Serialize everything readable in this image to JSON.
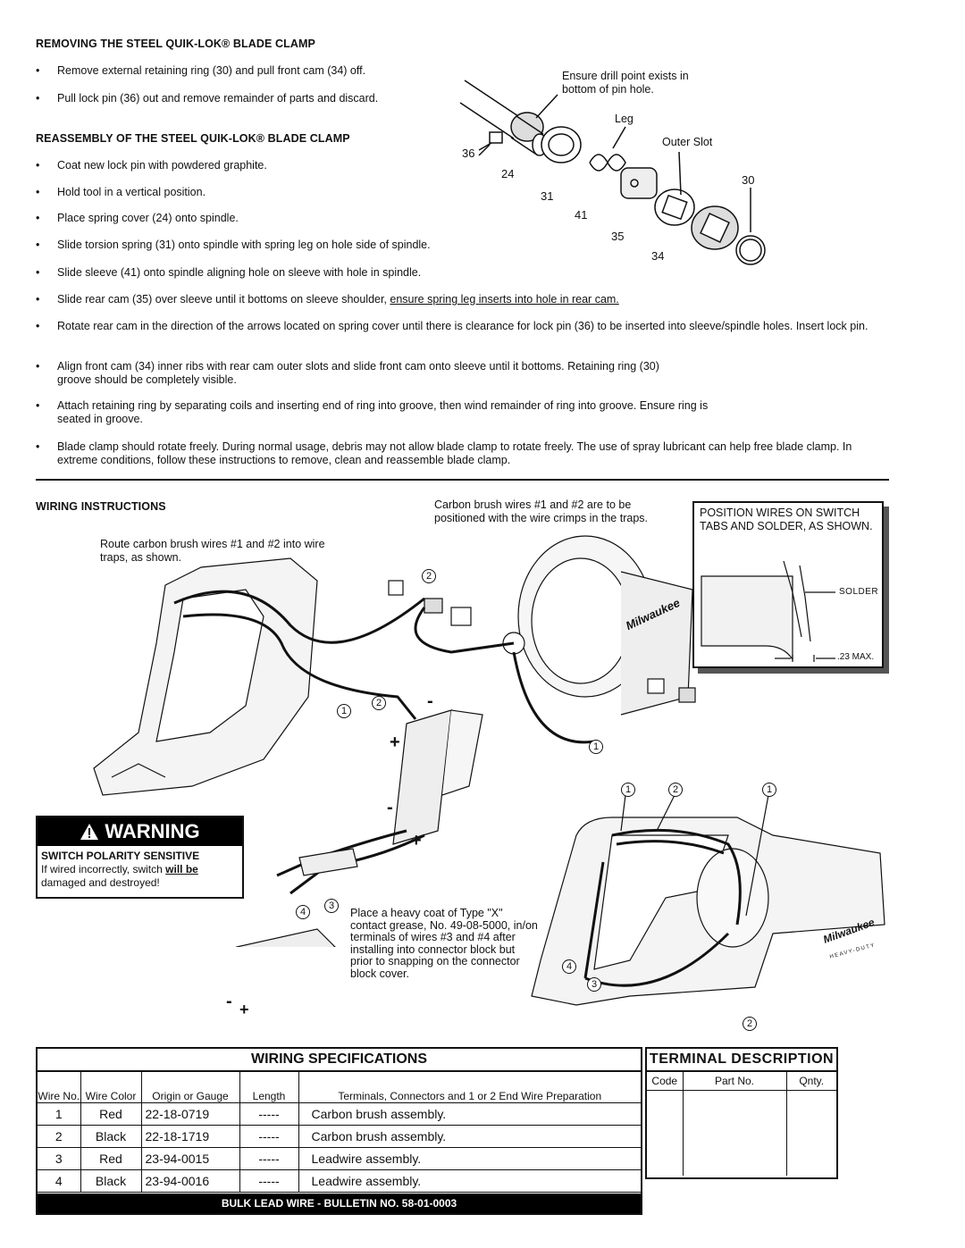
{
  "section1": {
    "heading": "REMOVING THE STEEL QUIK-LOK® BLADE CLAMP",
    "bullets": [
      "Remove external retaining ring (30) and pull front cam (34) off.",
      "Pull lock pin (36) out and remove remainder of parts and discard."
    ]
  },
  "section2": {
    "heading": "REASSEMBLY OF THE STEEL QUIK-LOK® BLADE CLAMP",
    "bullets": [
      "Coat new lock pin with powdered graphite.",
      "Hold tool in a vertical position.",
      "Place spring cover (24) onto spindle.",
      "Slide torsion spring (31) onto spindle with spring leg on hole side of spindle.",
      "Slide sleeve (41) onto spindle aligning hole on sleeve with hole in spindle.",
      "Slide rear cam (35) over sleeve until it bottoms on sleeve shoulder, ",
      "Rotate rear cam in the direction of the arrows located on spring cover until there is clearance for lock pin (36) to be inserted into sleeve/spindle holes. Insert lock pin.",
      "Align front cam (34) inner ribs with rear cam outer slots and slide front cam onto sleeve until it bottoms. Retaining ring (30) groove should be completely visible.",
      "Attach retaining ring by separating coils and inserting end of ring into groove, then wind remainder of ring into groove. Ensure ring is seated in groove.",
      "Blade clamp should rotate freely. During normal usage, debris may not allow blade clamp to rotate freely. The use of spray lubricant can help free blade clamp. In extreme conditions, follow these instructions to remove, clean and reassemble blade clamp."
    ],
    "underlined": "ensure spring leg inserts into hole in rear cam."
  },
  "diagram1": {
    "note": "Ensure drill point exists in bottom of pin hole.",
    "leg": "Leg",
    "outer_slot": "Outer Slot",
    "parts": [
      "36",
      "24",
      "31",
      "41",
      "35",
      "34",
      "30"
    ]
  },
  "wiring": {
    "heading": "WIRING INSTRUCTIONS",
    "route_note": "Route carbon brush wires #1 and #2 into wire traps, as shown.",
    "crimp_note": "Carbon brush wires #1 and #2 are to be positioned with the wire crimps in the traps.",
    "position_box": "POSITION WIRES ON SWITCH TABS AND SOLDER, AS SHOWN.",
    "solder": "SOLDER",
    "max": ".23 MAX.",
    "grease_note": "Place a heavy coat of Type \"X\" contact grease, No. 49-08-5000, in/on terminals of wires #3 and #4 after installing into connector block but prior to snapping on the connector block cover.",
    "wire_numbers": [
      "1",
      "2",
      "3",
      "4"
    ],
    "plus": "+",
    "minus": "-",
    "brand": "Milwaukee",
    "brand_sub": "HEAVY-DUTY"
  },
  "warning": {
    "title": "WARNING",
    "subtitle": "SWITCH POLARITY SENSITIVE",
    "body_pre": "If wired incorrectly, switch ",
    "body_emph": "will be",
    "body_post": " damaged and destroyed!"
  },
  "wiring_spec": {
    "title": "WIRING SPECIFICATIONS",
    "headers": [
      "Wire No.",
      "Wire Color",
      "Origin or Gauge",
      "Length",
      "Terminals, Connectors and 1 or 2 End Wire Preparation"
    ],
    "rows": [
      [
        "1",
        "Red",
        "22-18-0719",
        "-----",
        "Carbon brush assembly."
      ],
      [
        "2",
        "Black",
        "22-18-1719",
        "-----",
        "Carbon brush assembly."
      ],
      [
        "3",
        "Red",
        "23-94-0015",
        "-----",
        "Leadwire assembly."
      ],
      [
        "4",
        "Black",
        "23-94-0016",
        "-----",
        "Leadwire assembly."
      ]
    ],
    "footer": "BULK LEAD WIRE - BULLETIN NO. 58-01-0003"
  },
  "terminal": {
    "title": "TERMINAL DESCRIPTION",
    "headers": [
      "Code",
      "Part No.",
      "Qnty."
    ]
  }
}
